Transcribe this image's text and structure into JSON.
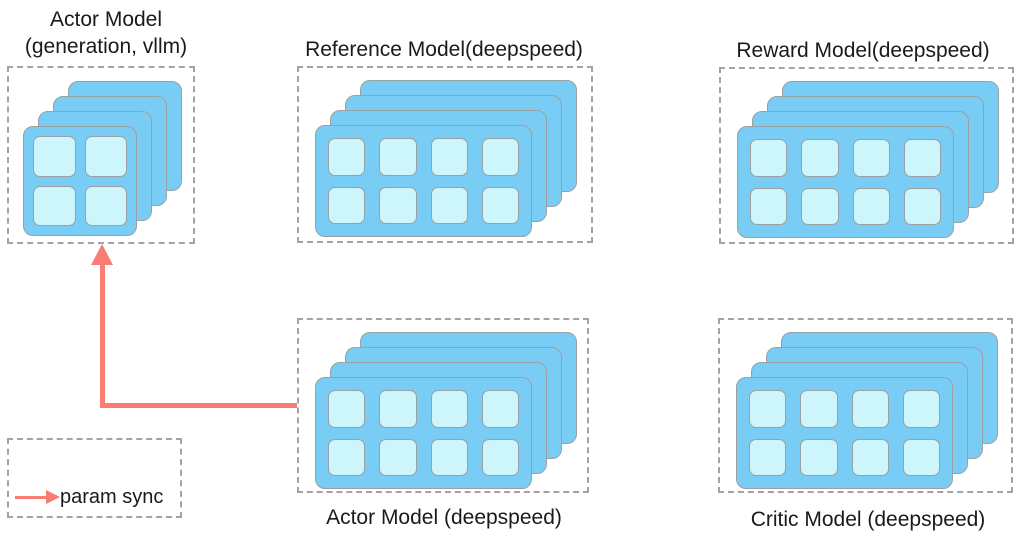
{
  "diagram": {
    "kind": "rlhf-training-architecture"
  },
  "nodes": {
    "actor_vllm": {
      "label_line1": "Actor Model",
      "label_line2": "(generation, vllm)",
      "layers": 4,
      "gpu_rows": 2,
      "gpu_cols": 2
    },
    "reference": {
      "label": "Reference Model(deepspeed)",
      "layers": 4,
      "gpu_rows": 2,
      "gpu_cols": 4
    },
    "reward": {
      "label": "Reward Model(deepspeed)",
      "layers": 4,
      "gpu_rows": 2,
      "gpu_cols": 4
    },
    "actor_ds": {
      "label": "Actor Model (deepspeed)",
      "layers": 4,
      "gpu_rows": 2,
      "gpu_cols": 4
    },
    "critic": {
      "label": "Critic Model (deepspeed)",
      "layers": 4,
      "gpu_rows": 2,
      "gpu_cols": 4
    }
  },
  "connections": [
    {
      "from": "actor_ds",
      "to": "actor_vllm",
      "type": "param sync",
      "style": "elbow",
      "color": "#f97d73"
    }
  ],
  "legend": {
    "label": "param sync",
    "arrow_icon": "right-arrow"
  },
  "colors": {
    "card_fill": "#79cdf4",
    "card_border": "#9aa0a4",
    "cell_fill": "#ccf6fb",
    "cell_border": "#9aa0a4",
    "box_dash": "#a3a3a3",
    "arrow": "#f97d73",
    "text": "#1a1a1a",
    "background": "#ffffff"
  }
}
